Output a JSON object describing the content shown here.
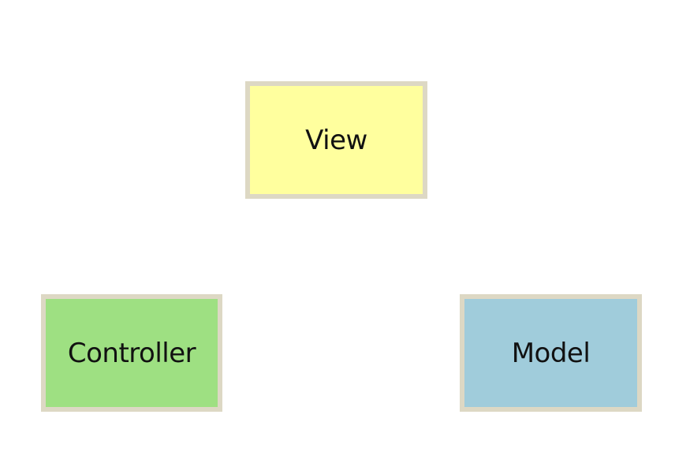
{
  "diagram": {
    "border_color": "#ddd8c4",
    "nodes": {
      "view": {
        "label": "View",
        "color": "#ffff9e"
      },
      "controller": {
        "label": "Controller",
        "color": "#9ee082"
      },
      "model": {
        "label": "Model",
        "color": "#a0ccdb"
      }
    }
  }
}
